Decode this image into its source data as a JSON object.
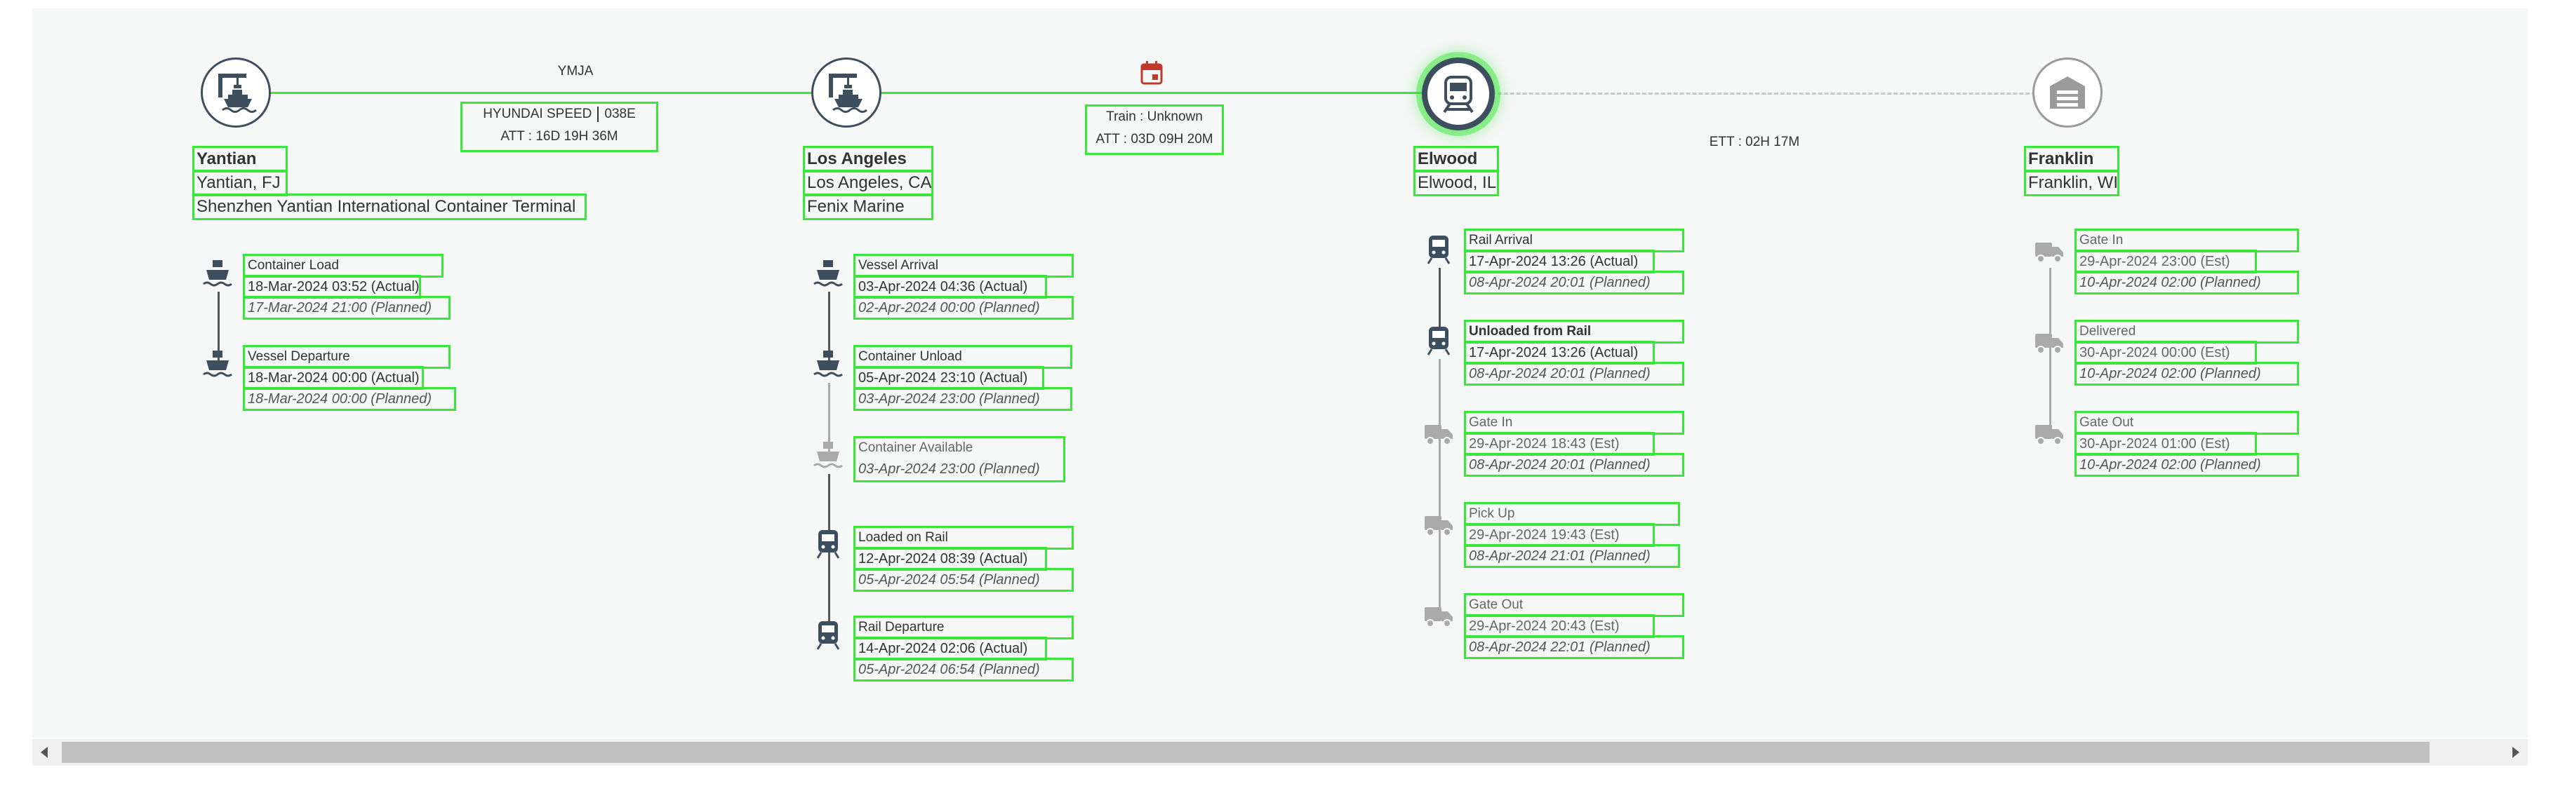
{
  "colors": {
    "highlight": "#39e639",
    "node_dark": "#3d4f5f",
    "node_future": "#9a9a9a",
    "calendar_red": "#c0392b"
  },
  "legs": [
    {
      "carrier": "YMJA",
      "vessel": "HYUNDAI SPEED",
      "voyage": "038E",
      "att": "ATT : 16D 19H 36M"
    },
    {
      "mode": "Train : Unknown",
      "att": "ATT : 03D 09H 20M",
      "icon": "calendar-icon"
    },
    {
      "ett": "ETT : 02H 17M"
    }
  ],
  "stops": [
    {
      "name": "Yantian",
      "city": "Yantian, FJ",
      "facility": "Shenzhen Yantian International Container Terminal",
      "icon": "port-crane-ship-icon",
      "events": [
        {
          "title": "Container Load",
          "actual": "18-Mar-2024 03:52 (Actual)",
          "planned": "17-Mar-2024 21:00 (Planned)",
          "icon": "ship-icon"
        },
        {
          "title": "Vessel Departure",
          "actual": "18-Mar-2024 00:00 (Actual)",
          "planned": "18-Mar-2024 00:00 (Planned)",
          "icon": "ship-icon"
        }
      ]
    },
    {
      "name": "Los Angeles",
      "city": "Los Angeles, CA",
      "facility": "Fenix Marine",
      "icon": "port-crane-ship-icon",
      "events": [
        {
          "title": "Vessel Arrival",
          "actual": "03-Apr-2024 04:36 (Actual)",
          "planned": "02-Apr-2024 00:00 (Planned)",
          "icon": "ship-icon"
        },
        {
          "title": "Container Unload",
          "actual": "05-Apr-2024 23:10 (Actual)",
          "planned": "03-Apr-2024 23:00 (Planned)",
          "icon": "ship-icon"
        },
        {
          "title": "Container Available",
          "planned": "03-Apr-2024 23:00 (Planned)",
          "icon": "ship-icon"
        },
        {
          "title": "Loaded on Rail",
          "actual": "12-Apr-2024 08:39 (Actual)",
          "planned": "05-Apr-2024 05:54 (Planned)",
          "icon": "train-icon"
        },
        {
          "title": "Rail Departure",
          "actual": "14-Apr-2024 02:06 (Actual)",
          "planned": "05-Apr-2024 06:54 (Planned)",
          "icon": "train-icon"
        }
      ]
    },
    {
      "name": "Elwood",
      "city": "Elwood, IL",
      "icon": "train-icon",
      "events": [
        {
          "title": "Rail Arrival",
          "actual": "17-Apr-2024 13:26 (Actual)",
          "planned": "08-Apr-2024 20:01 (Planned)",
          "icon": "train-icon"
        },
        {
          "title": "Unloaded from Rail",
          "actual": "17-Apr-2024 13:26 (Actual)",
          "planned": "08-Apr-2024 20:01 (Planned)",
          "icon": "train-icon"
        },
        {
          "title": "Gate In",
          "actual": "29-Apr-2024 18:43 (Est)",
          "planned": "08-Apr-2024 20:01 (Planned)",
          "icon": "truck-icon"
        },
        {
          "title": "Pick Up",
          "actual": "29-Apr-2024 19:43 (Est)",
          "planned": "08-Apr-2024 21:01 (Planned)",
          "icon": "truck-icon"
        },
        {
          "title": "Gate Out",
          "actual": "29-Apr-2024 20:43 (Est)",
          "planned": "08-Apr-2024 22:01 (Planned)",
          "icon": "truck-icon"
        }
      ]
    },
    {
      "name": "Franklin",
      "city": "Franklin, WI",
      "icon": "warehouse-icon",
      "events": [
        {
          "title": "Gate In",
          "actual": "29-Apr-2024 23:00 (Est)",
          "planned": "10-Apr-2024 02:00 (Planned)",
          "icon": "truck-icon"
        },
        {
          "title": "Delivered",
          "actual": "30-Apr-2024 00:00 (Est)",
          "planned": "10-Apr-2024 02:00 (Planned)",
          "icon": "truck-icon"
        },
        {
          "title": "Gate Out",
          "actual": "30-Apr-2024 01:00 (Est)",
          "planned": "10-Apr-2024 02:00 (Planned)",
          "icon": "truck-icon"
        }
      ]
    }
  ]
}
